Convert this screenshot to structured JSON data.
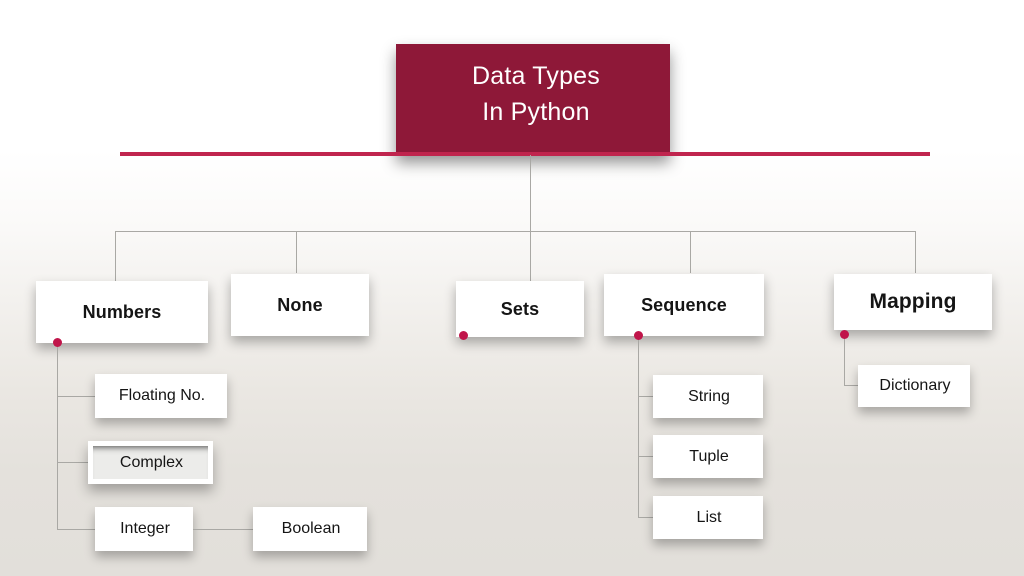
{
  "slide": {
    "title_lines": [
      "Data Types",
      "In Python"
    ],
    "accent_color": "#C0254E",
    "title_bg_color": "#8E1838",
    "connector_color": "#A9A8A4",
    "dot_color": "#C0154A"
  },
  "level1": [
    {
      "id": "numbers",
      "label": "Numbers",
      "has_dot": true
    },
    {
      "id": "none",
      "label": "None",
      "has_dot": false
    },
    {
      "id": "sets",
      "label": "Sets",
      "has_dot": true
    },
    {
      "id": "sequence",
      "label": "Sequence",
      "has_dot": true
    },
    {
      "id": "mapping",
      "label": "Mapping",
      "has_dot": true
    }
  ],
  "numbers_children": [
    {
      "id": "floating",
      "label": "Floating No.",
      "selected": false
    },
    {
      "id": "complex",
      "label": "Complex",
      "selected": true
    },
    {
      "id": "integer",
      "label": "Integer",
      "selected": false
    }
  ],
  "integer_children": [
    {
      "id": "boolean",
      "label": "Boolean"
    }
  ],
  "sequence_children": [
    {
      "id": "string",
      "label": "String"
    },
    {
      "id": "tuple",
      "label": "Tuple"
    },
    {
      "id": "list",
      "label": "List"
    }
  ],
  "mapping_children": [
    {
      "id": "dictionary",
      "label": "Dictionary"
    }
  ]
}
